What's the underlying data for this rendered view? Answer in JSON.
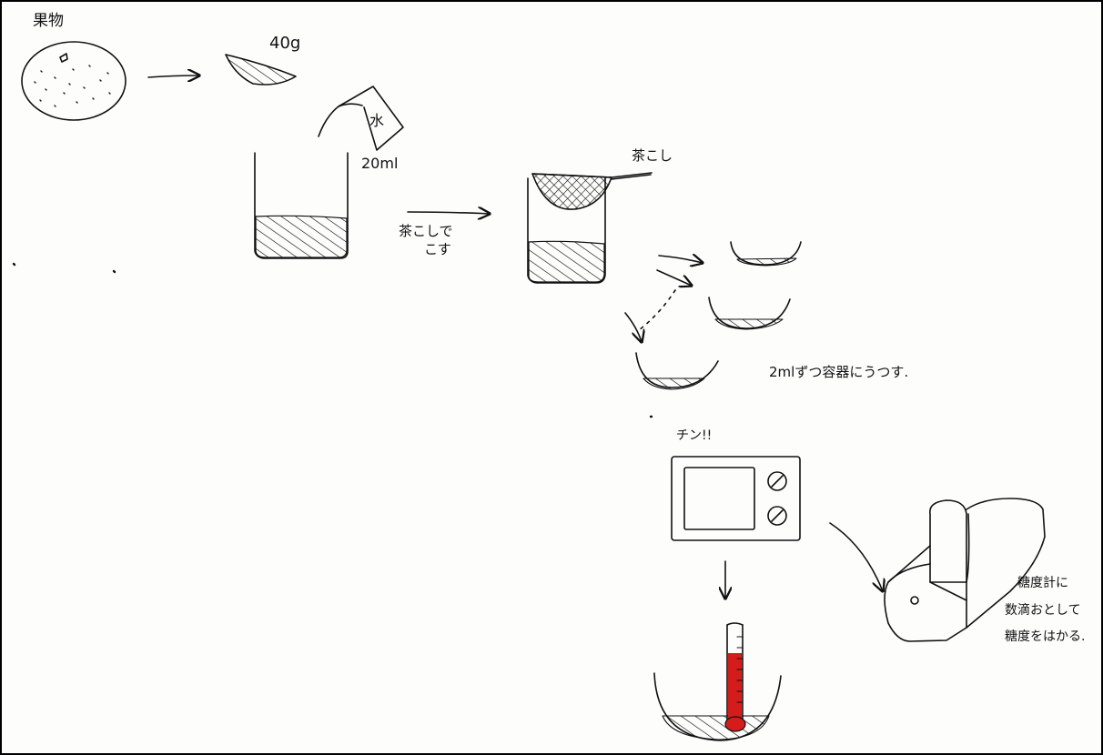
{
  "labels": {
    "fruit": "果物",
    "weight": "40g",
    "water": "水",
    "water_volume": "20ml",
    "strain_line1": "茶こしで",
    "strain_line2": "こす",
    "strainer": "茶こし",
    "portion_note": "2mlずつ容器にうつす.",
    "microwave": "チン!!",
    "refract_line1": "糖度計に",
    "refract_line2": "数滴おとして",
    "refract_line3": "糖度をはかる."
  },
  "colors": {
    "ink": "#111111",
    "thermometer_liquid": "#d41c1c"
  },
  "icons": [
    "fruit-icon",
    "fruit-slice-icon",
    "water-pitcher-icon",
    "beaker-icon",
    "strainer-icon",
    "dish-icon",
    "microwave-icon",
    "thermometer-icon",
    "refractometer-icon",
    "arrow-icon"
  ]
}
